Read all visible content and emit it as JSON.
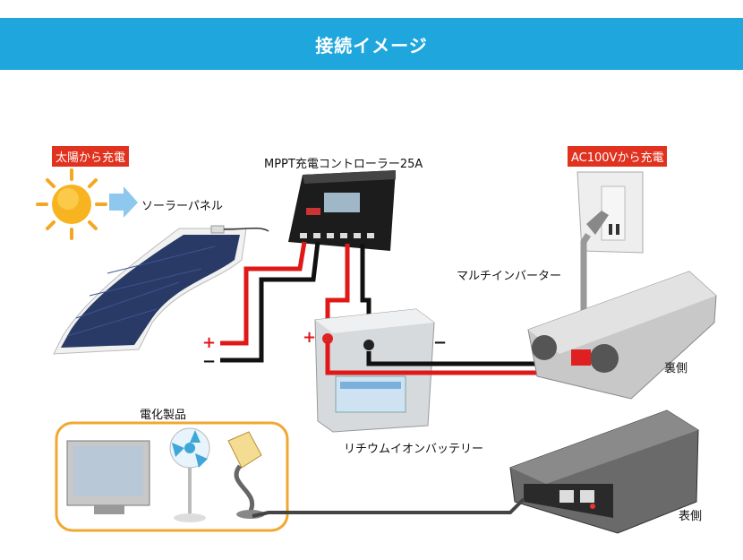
{
  "header": {
    "title": "接続イメージ"
  },
  "labels": {
    "solar_tag": "太陽から充電",
    "solar_panel": "ソーラーパネル",
    "controller": "MPPT充電コントローラー25A",
    "ac_tag": "AC100Vから充電",
    "inverter": "マルチインバーター",
    "back_side": "裏側",
    "battery": "リチウムイオンバッテリー",
    "appliances": "電化製品",
    "front_side": "表側"
  },
  "signs": {
    "panel_plus": "+",
    "panel_minus": "−",
    "battery_plus": "+",
    "battery_minus": "−"
  },
  "colors": {
    "banner": "#1fa7dd",
    "tag": "#e0321f",
    "positive_wire": "#e01818",
    "negative_wire": "#111111",
    "appliance_border": "#f0a830"
  }
}
